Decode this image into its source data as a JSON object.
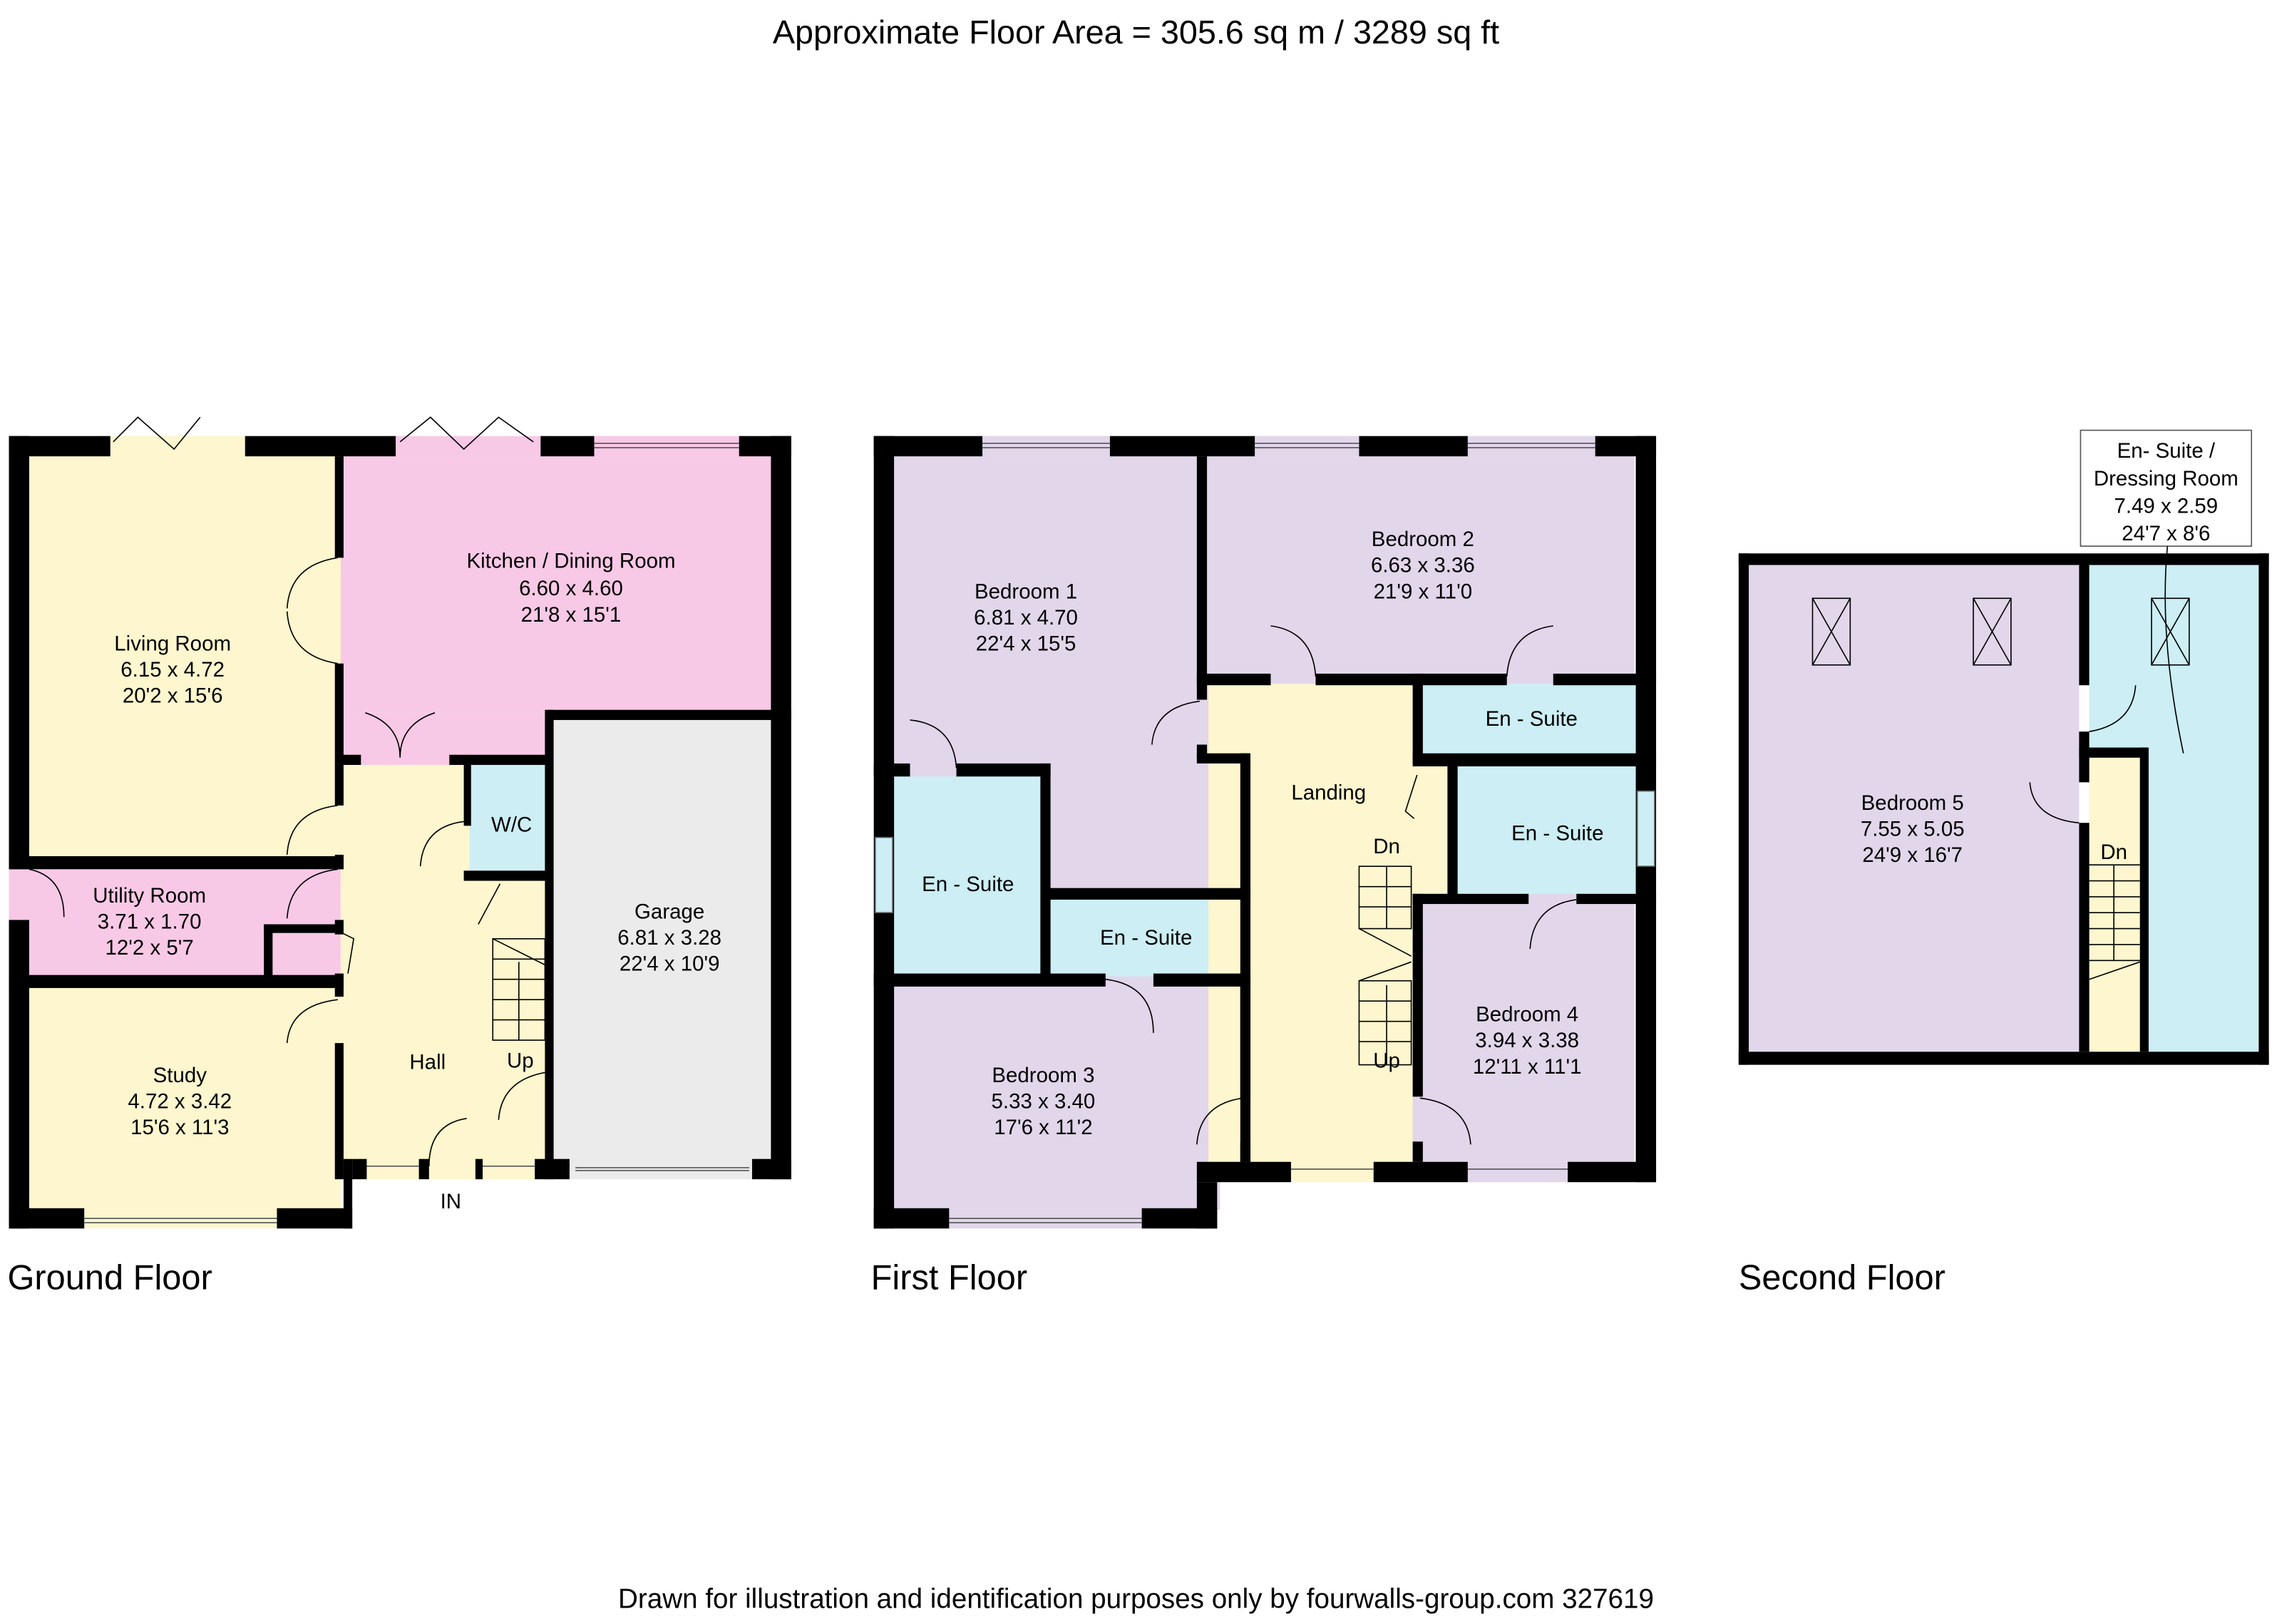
{
  "header": {
    "title": "Approximate Floor Area = 305.6 sq m / 3289 sq ft"
  },
  "footer": {
    "text": "Drawn for illustration and identification purposes only by fourwalls-group.com 327619"
  },
  "colors": {
    "living": "#FDF6CE",
    "kitchen": "#F8C9E6",
    "bedroom": "#E2D6EA",
    "bathroom": "#CCEEF4",
    "garage": "#EBEBEB",
    "wall": "#000000"
  },
  "floors": {
    "ground": {
      "label": "Ground Floor",
      "rooms": {
        "living": {
          "name": "Living Room",
          "metric": "6.15 x 4.72",
          "imperial": "20'2 x 15'6"
        },
        "kitchen": {
          "name": "Kitchen / Dining Room",
          "metric": "6.60 x 4.60",
          "imperial": "21'8 x 15'1"
        },
        "utility": {
          "name": "Utility Room",
          "metric": "3.71 x 1.70",
          "imperial": "12'2 x 5'7"
        },
        "study": {
          "name": "Study",
          "metric": "4.72 x 3.42",
          "imperial": "15'6 x 11'3"
        },
        "hall": {
          "name": "Hall"
        },
        "wc": {
          "name": "W/C"
        },
        "garage": {
          "name": "Garage",
          "metric": "6.81 x 3.28",
          "imperial": "22'4 x 10'9"
        }
      },
      "stairs_label": "Up",
      "entrance_label": "IN"
    },
    "first": {
      "label": "First Floor",
      "rooms": {
        "bed1": {
          "name": "Bedroom 1",
          "metric": "6.81 x 4.70",
          "imperial": "22'4 x 15'5"
        },
        "bed2": {
          "name": "Bedroom 2",
          "metric": "6.63 x 3.36",
          "imperial": "21'9 x 11'0"
        },
        "bed3": {
          "name": "Bedroom 3",
          "metric": "5.33 x 3.40",
          "imperial": "17'6 x 11'2"
        },
        "bed4": {
          "name": "Bedroom 4",
          "metric": "3.94 x 3.38",
          "imperial": "12'11 x 11'1"
        },
        "ensuite_a": {
          "name": "En - Suite"
        },
        "ensuite_b": {
          "name": "En - Suite"
        },
        "ensuite_c": {
          "name": "En - Suite"
        },
        "ensuite_d": {
          "name": "En - Suite"
        },
        "landing": {
          "name": "Landing"
        }
      },
      "stairs_down_label": "Dn",
      "stairs_up_label": "Up"
    },
    "second": {
      "label": "Second Floor",
      "rooms": {
        "bed5": {
          "name": "Bedroom 5",
          "metric": "7.55 x 5.05",
          "imperial": "24'9 x 16'7"
        },
        "ensuite_dressing": {
          "name_line1": "En- Suite /",
          "name_line2": "Dressing Room",
          "metric": "7.49 x 2.59",
          "imperial": "24'7 x 8'6"
        }
      },
      "stairs_down_label": "Dn"
    }
  }
}
